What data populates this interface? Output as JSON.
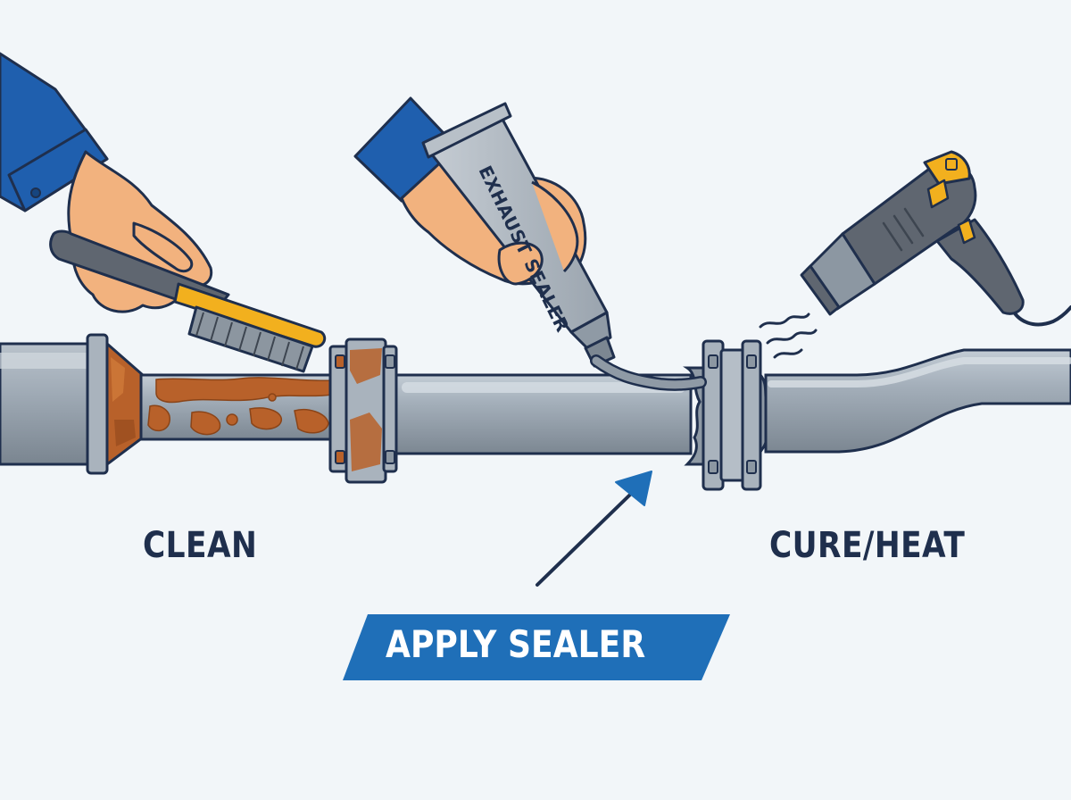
{
  "steps": {
    "clean_label": "CLEAN",
    "apply_label": "APPLY SEALER",
    "cure_label": "CURE/HEAT"
  },
  "tube": {
    "label": "EXHAUST SEALER"
  },
  "colors": {
    "background": "#f2f6f9",
    "outline": "#1f2f4d",
    "sleeve_blue": "#1f5fae",
    "skin": "#f2b27e",
    "pipe_gray": "#9aa6b2",
    "rust": "#b8612a",
    "brush_yellow": "#f2b01e",
    "gun_gray": "#5f6670",
    "banner_blue": "#1f6fb8",
    "label_text": "#1f2f4d"
  },
  "icons": [
    "wire-brush-icon",
    "sealer-tube-icon",
    "heat-gun-icon",
    "heat-wave-icon",
    "arrow-icon"
  ]
}
